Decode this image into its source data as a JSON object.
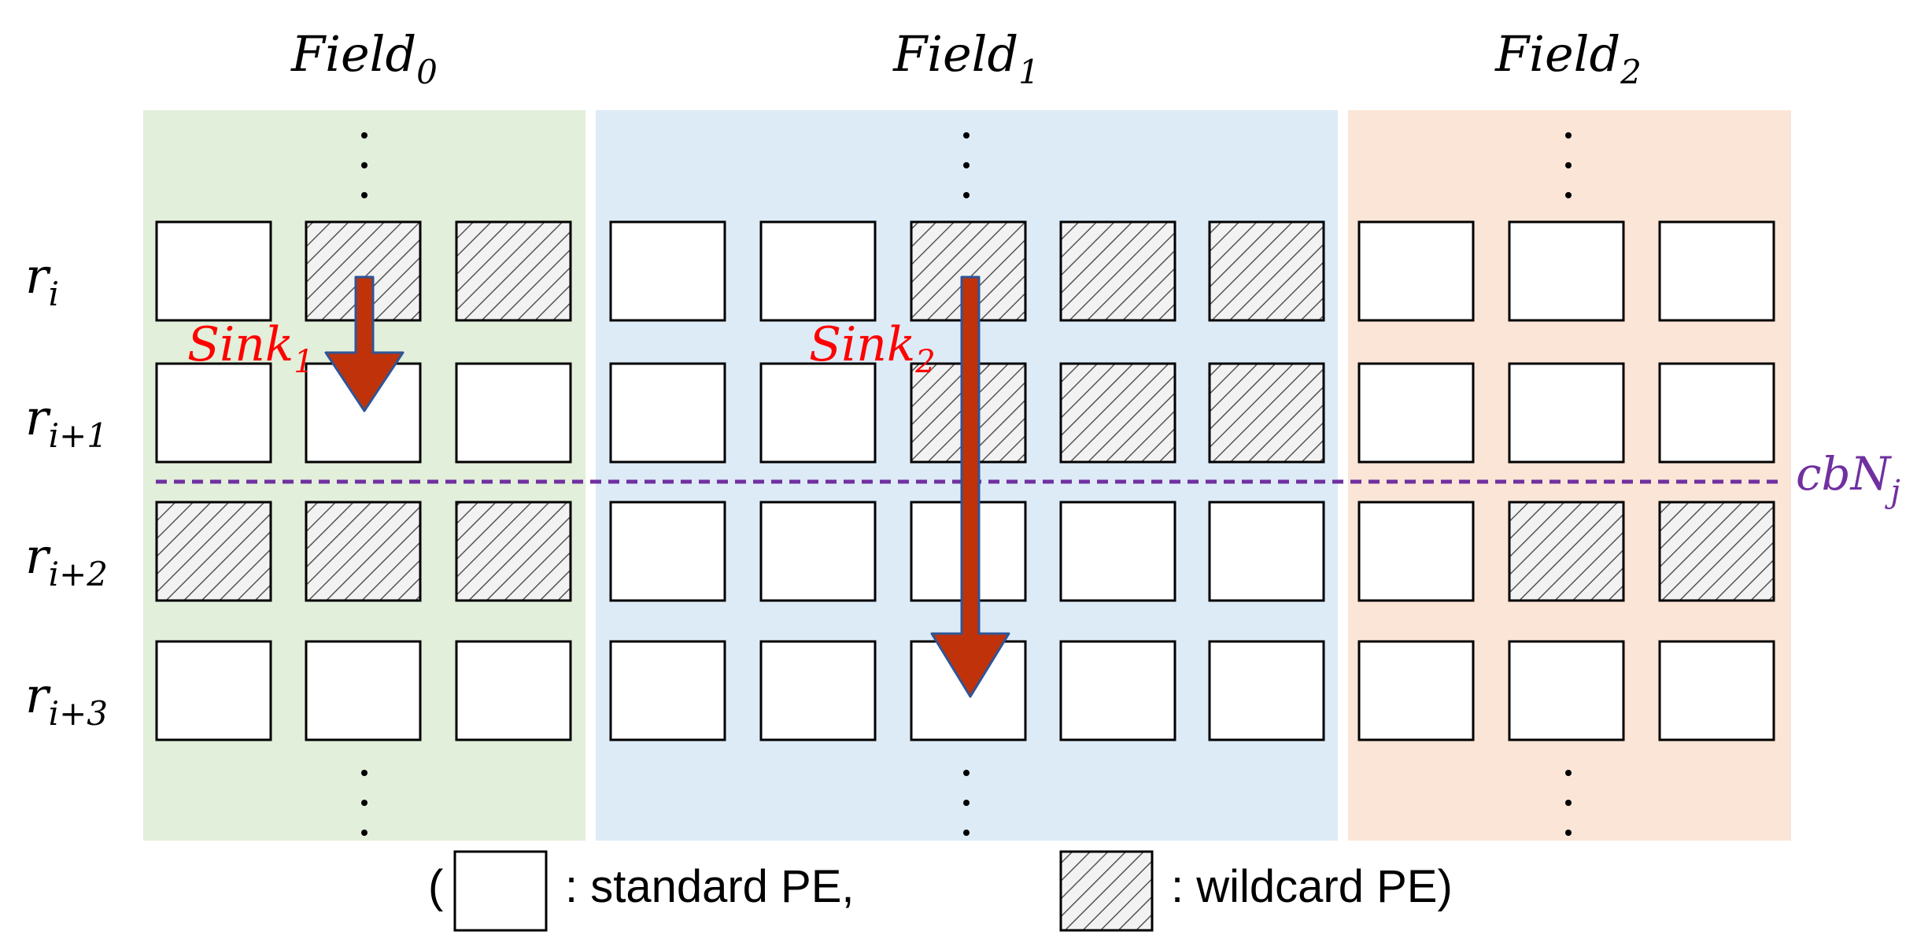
{
  "fields": [
    {
      "base": "Field",
      "sub": "0",
      "color": "#e2efda"
    },
    {
      "base": "Field",
      "sub": "1",
      "color": "#ddebf7"
    },
    {
      "base": "Field",
      "sub": "2",
      "color": "#fbe5d6"
    }
  ],
  "rows": [
    {
      "base": "r",
      "sub": "i"
    },
    {
      "base": "r",
      "sub": "i+1"
    },
    {
      "base": "r",
      "sub": "i+2"
    },
    {
      "base": "r",
      "sub": "i+3"
    }
  ],
  "grid": [
    [
      "S",
      "W",
      "W",
      "S",
      "S",
      "W",
      "W",
      "W",
      "S",
      "S",
      "S"
    ],
    [
      "S",
      "S",
      "S",
      "S",
      "S",
      "W",
      "W",
      "W",
      "S",
      "S",
      "S"
    ],
    [
      "W",
      "W",
      "W",
      "S",
      "S",
      "S",
      "S",
      "S",
      "S",
      "W",
      "W"
    ],
    [
      "S",
      "S",
      "S",
      "S",
      "S",
      "S",
      "S",
      "S",
      "S",
      "S",
      "S"
    ]
  ],
  "sinks": [
    {
      "base": "Sink",
      "sub": "1",
      "color": "#ff0000"
    },
    {
      "base": "Sink",
      "sub": "2",
      "color": "#ff0000"
    }
  ],
  "boundary": {
    "base": "cbN",
    "sub": "j",
    "color": "#7030a0"
  },
  "legend": {
    "open": "(",
    "standard": ": standard PE,",
    "wildcard": ": wildcard PE)"
  },
  "colors": {
    "arrow_fill": "#c0320a",
    "arrow_stroke": "#2f5597",
    "pe_border": "#000000",
    "hatch": "#555555"
  }
}
